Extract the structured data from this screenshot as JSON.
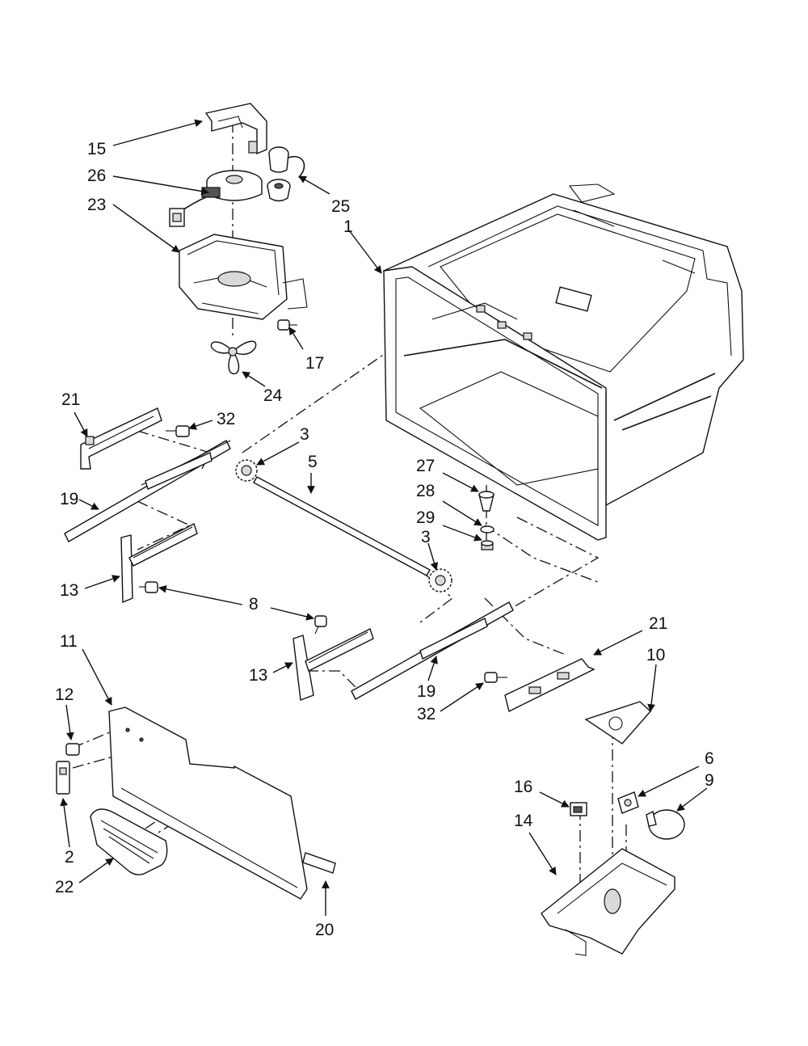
{
  "labels": {
    "l15": "15",
    "l26": "26",
    "l23": "23",
    "l25": "25",
    "l1": "1",
    "l17": "17",
    "l24": "24",
    "l21a": "21",
    "l32a": "32",
    "l3a": "3",
    "l5": "5",
    "l19a": "19",
    "l27": "27",
    "l28": "28",
    "l29": "29",
    "l3b": "3",
    "l13a": "13",
    "l8": "8",
    "l11": "11",
    "l21b": "21",
    "l10": "10",
    "l12": "12",
    "l13b": "13",
    "l19b": "19",
    "l32b": "32",
    "l6": "6",
    "l9": "9",
    "l16": "16",
    "l14": "14",
    "l2": "2",
    "l22": "22",
    "l20": "20"
  }
}
